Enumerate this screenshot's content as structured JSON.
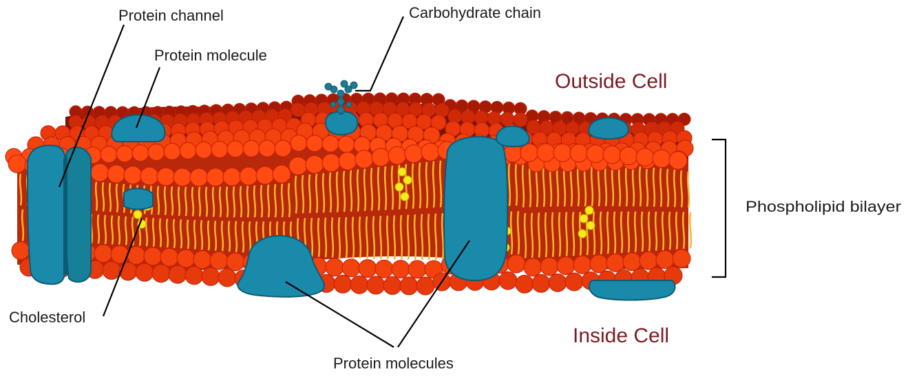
{
  "labels": {
    "protein_channel": "Protein channel",
    "carbohydrate_chain": "Carbohydrate chain",
    "protein_molecule": "Protein molecule",
    "outside_cell": "Outside Cell",
    "inside_cell": "Inside Cell",
    "phospholipid_bilayer": "Phospholipid bilayer",
    "cholesterol": "Cholesterol",
    "protein_molecules": "Protein molecules"
  },
  "colors": {
    "background": "#ffffff",
    "lipid_head": "#ff4a12",
    "lipid_head_dark": "#c21f06",
    "membrane_body": "#b8280a",
    "membrane_shadow": "#7a1405",
    "lipid_tail": "#f7b728",
    "protein": "#1a8aab",
    "protein_dark": "#0c5b74",
    "cholesterol": "#f7ea1a",
    "region_label": "#7d1a22",
    "leader_line": "#000000"
  }
}
